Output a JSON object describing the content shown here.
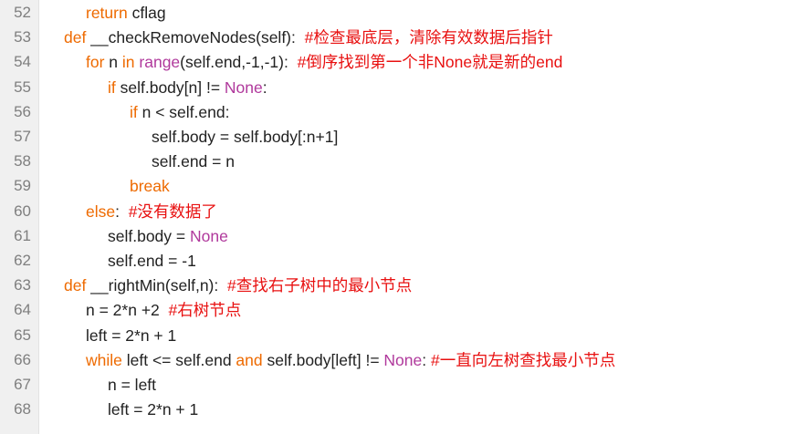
{
  "colors": {
    "keyword": "#ee6a00",
    "constant": "#b0399c",
    "comment": "#e81010",
    "text": "#222222",
    "line_number": "#7f7f7f",
    "gutter": "#f0f0f0"
  },
  "lines": [
    {
      "num": "52",
      "indent": 2,
      "tokens": [
        {
          "t": "kw",
          "v": "return"
        },
        {
          "t": "tx",
          "v": " cflag"
        }
      ]
    },
    {
      "num": "53",
      "indent": 1,
      "tokens": [
        {
          "t": "kw",
          "v": "def"
        },
        {
          "t": "tx",
          "v": " __checkRemoveNodes(self):  "
        },
        {
          "t": "cm",
          "v": "#检查最底层，清除有效数据后指针"
        }
      ]
    },
    {
      "num": "54",
      "indent": 2,
      "tokens": [
        {
          "t": "kw",
          "v": "for"
        },
        {
          "t": "tx",
          "v": " n "
        },
        {
          "t": "kw",
          "v": "in"
        },
        {
          "t": "tx",
          "v": " "
        },
        {
          "t": "cn",
          "v": "range"
        },
        {
          "t": "tx",
          "v": "(self.end,-1,-1):  "
        },
        {
          "t": "cm",
          "v": "#倒序找到第一个非None就是新的end"
        }
      ]
    },
    {
      "num": "55",
      "indent": 3,
      "tokens": [
        {
          "t": "kw",
          "v": "if"
        },
        {
          "t": "tx",
          "v": " self.body[n] != "
        },
        {
          "t": "cn",
          "v": "None"
        },
        {
          "t": "tx",
          "v": ":"
        }
      ]
    },
    {
      "num": "56",
      "indent": 4,
      "tokens": [
        {
          "t": "kw",
          "v": "if"
        },
        {
          "t": "tx",
          "v": " n < self.end:"
        }
      ]
    },
    {
      "num": "57",
      "indent": 5,
      "tokens": [
        {
          "t": "tx",
          "v": "self.body = self.body[:n+1]"
        }
      ]
    },
    {
      "num": "58",
      "indent": 5,
      "tokens": [
        {
          "t": "tx",
          "v": "self.end = n"
        }
      ]
    },
    {
      "num": "59",
      "indent": 4,
      "tokens": [
        {
          "t": "kw",
          "v": "break"
        }
      ]
    },
    {
      "num": "60",
      "indent": 2,
      "tokens": [
        {
          "t": "kw",
          "v": "else"
        },
        {
          "t": "tx",
          "v": ":  "
        },
        {
          "t": "cm",
          "v": "#没有数据了"
        }
      ]
    },
    {
      "num": "61",
      "indent": 3,
      "tokens": [
        {
          "t": "tx",
          "v": "self.body = "
        },
        {
          "t": "cn",
          "v": "None"
        }
      ]
    },
    {
      "num": "62",
      "indent": 3,
      "tokens": [
        {
          "t": "tx",
          "v": "self.end = -1"
        }
      ]
    },
    {
      "num": "63",
      "indent": 1,
      "tokens": [
        {
          "t": "kw",
          "v": "def"
        },
        {
          "t": "tx",
          "v": " __rightMin(self,n):  "
        },
        {
          "t": "cm",
          "v": "#查找右子树中的最小节点"
        }
      ]
    },
    {
      "num": "64",
      "indent": 2,
      "tokens": [
        {
          "t": "tx",
          "v": "n = 2*n +2  "
        },
        {
          "t": "cm",
          "v": "#右树节点"
        }
      ]
    },
    {
      "num": "65",
      "indent": 2,
      "tokens": [
        {
          "t": "tx",
          "v": "left = 2*n + 1"
        }
      ]
    },
    {
      "num": "66",
      "indent": 2,
      "tokens": [
        {
          "t": "kw",
          "v": "while"
        },
        {
          "t": "tx",
          "v": " left <= self.end "
        },
        {
          "t": "kw",
          "v": "and"
        },
        {
          "t": "tx",
          "v": " self.body[left] != "
        },
        {
          "t": "cn",
          "v": "None"
        },
        {
          "t": "tx",
          "v": ": "
        },
        {
          "t": "cm",
          "v": "#一直向左树查找最小节点"
        }
      ]
    },
    {
      "num": "67",
      "indent": 3,
      "tokens": [
        {
          "t": "tx",
          "v": "n = left"
        }
      ]
    },
    {
      "num": "68",
      "indent": 3,
      "tokens": [
        {
          "t": "tx",
          "v": "left = 2*n + 1"
        }
      ]
    }
  ]
}
